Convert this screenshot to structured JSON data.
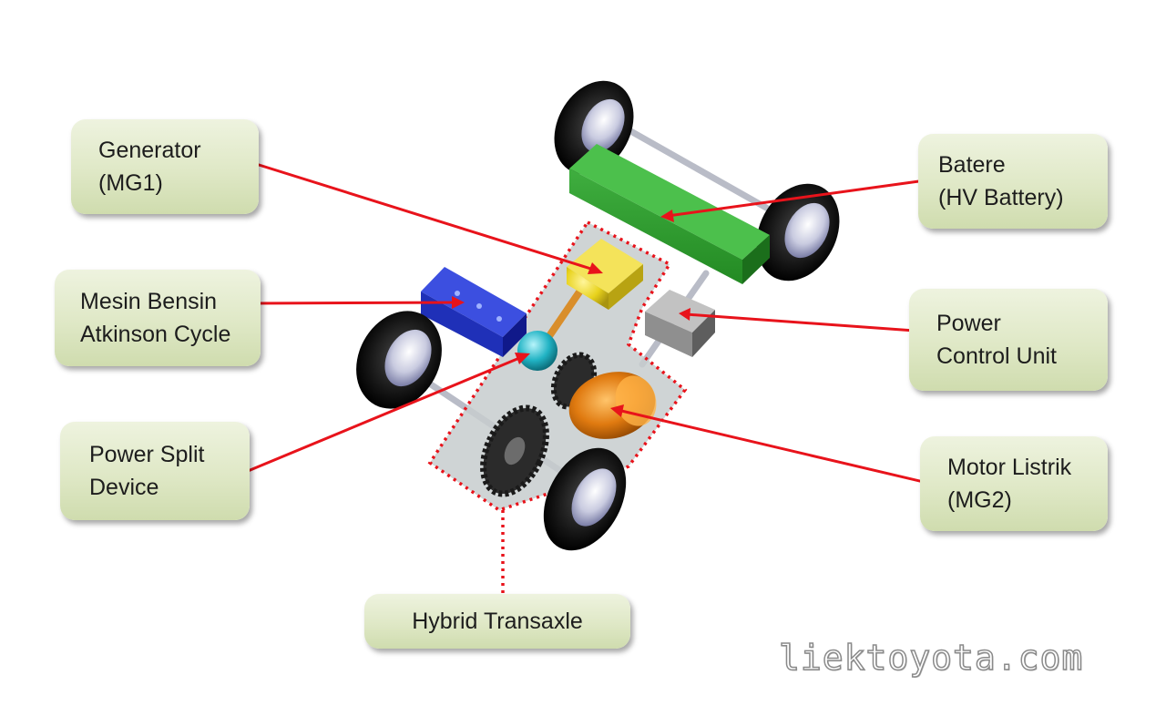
{
  "labels": {
    "generator": [
      "Generator",
      "(MG1)"
    ],
    "mesin": [
      "Mesin Bensin",
      "Atkinson Cycle"
    ],
    "power_split": [
      "Power Split",
      "Device"
    ],
    "transaxle": "Hybrid Transaxle",
    "batere": [
      "Batere",
      "(HV Battery)"
    ],
    "pcu": [
      "Power",
      "Control Unit"
    ],
    "motor": [
      "Motor Listrik",
      "(MG2)"
    ]
  },
  "watermark": "liektoyota.com",
  "colors": {
    "leader_line": "#e8131b",
    "battery": "#2a8f2a",
    "engine": "#2233bb",
    "generator": "#e8d21c",
    "motor": "#e07a10",
    "power_split": "#21b3c4",
    "pcu": "#9a9a9a",
    "transaxle_outline": "#e8131b",
    "label_box": "#dfe8c6"
  },
  "icons": [
    "wheel-icon",
    "battery-icon",
    "engine-icon",
    "generator-icon",
    "motor-icon",
    "power-split-icon",
    "pcu-icon",
    "gear-icon"
  ]
}
